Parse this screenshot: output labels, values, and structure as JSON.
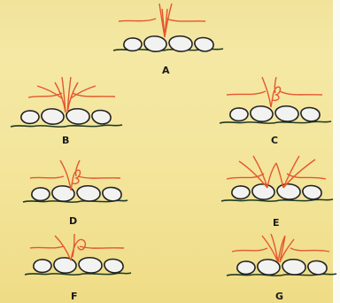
{
  "figure": {
    "panels": [
      {
        "id": "A",
        "label": "A"
      },
      {
        "id": "B",
        "label": "B"
      },
      {
        "id": "C",
        "label": "C"
      },
      {
        "id": "D",
        "label": "D"
      },
      {
        "id": "E",
        "label": "E"
      },
      {
        "id": "F",
        "label": "F"
      },
      {
        "id": "G",
        "label": "G"
      }
    ],
    "colors": {
      "background": "#f3e59b",
      "tooth_fill": "#f2f2f0",
      "tooth_outline": "#222222",
      "gum_line": "#1f3a1f",
      "frenum": "#e4572e"
    }
  }
}
